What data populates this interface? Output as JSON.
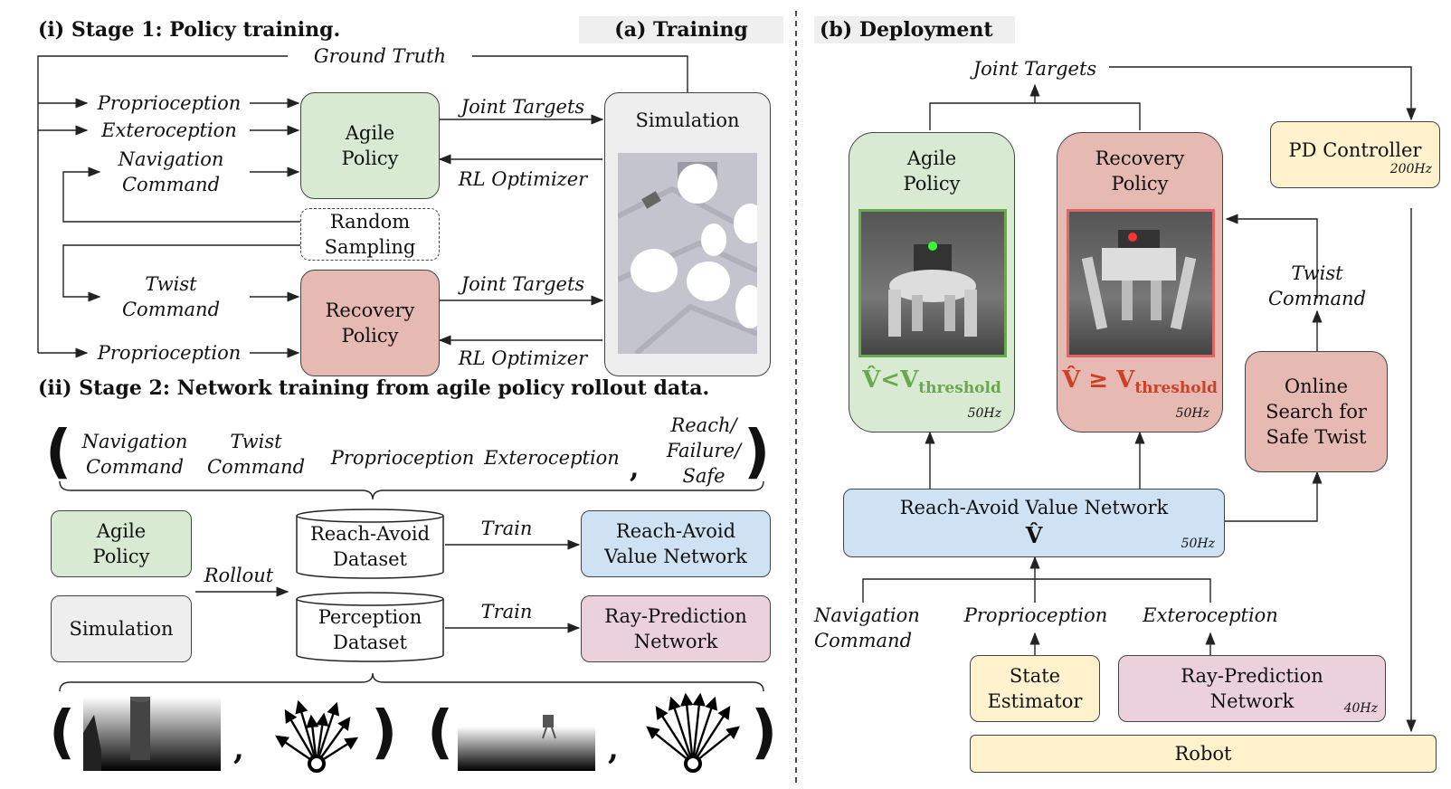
{
  "stage1": {
    "title": "(i) Stage 1: Policy training.",
    "training_tag": "(a) Training",
    "ground_truth": "Ground Truth",
    "proprioception_1": "Proprioception",
    "exteroception": "Exteroception",
    "navigation_command": "Navigation\nCommand",
    "random_sampling": "Random\nSampling",
    "twist_command": "Twist\nCommand",
    "proprioception_2": "Proprioception",
    "agile_policy": "Agile\nPolicy",
    "recovery_policy": "Recovery\nPolicy",
    "joint_targets_1": "Joint Targets",
    "rl_optimizer_1": "RL Optimizer",
    "joint_targets_2": "Joint Targets",
    "rl_optimizer_2": "RL Optimizer",
    "simulation": "Simulation"
  },
  "stage2": {
    "title": "(ii) Stage 2: Network training from agile policy rollout data.",
    "tuple": {
      "navigation_command": "Navigation\nCommand",
      "twist_command": "Twist\nCommand",
      "proprioception": "Proprioception",
      "exteroception": "Exteroception",
      "comma": ",",
      "outcome": "Reach/\nFailure/\nSafe"
    },
    "agile_policy": "Agile\nPolicy",
    "simulation": "Simulation",
    "rollout": "Rollout",
    "reach_avoid_dataset": "Reach-Avoid\nDataset",
    "perception_dataset": "Perception\nDataset",
    "train_1": "Train",
    "train_2": "Train",
    "reach_avoid_network": "Reach-Avoid\nValue Network",
    "ray_prediction_network": "Ray-Prediction\nNetwork",
    "comma_1": ",",
    "comma_2": ","
  },
  "deployment": {
    "title": "(b) Deployment",
    "joint_targets": "Joint Targets",
    "agile_policy": "Agile\nPolicy",
    "recovery_policy": "Recovery\nPolicy",
    "agile_condition": "V̂<V",
    "agile_subscript": "threshold",
    "recovery_condition": "V̂ ≥ V",
    "recovery_subscript": "threshold",
    "agile_freq": "50Hz",
    "recovery_freq": "50Hz",
    "pd_controller": "PD Controller",
    "pd_freq": "200Hz",
    "twist_command": "Twist\nCommand",
    "online_search": "Online\nSearch for\nSafe Twist",
    "reach_avoid_network": "Reach-Avoid Value Network",
    "value_symbol": "V̂",
    "reach_avoid_freq": "50Hz",
    "navigation_command": "Navigation\nCommand",
    "proprioception": "Proprioception",
    "exteroception": "Exteroception",
    "state_estimator": "State\nEstimator",
    "ray_prediction_network": "Ray-Prediction\nNetwork",
    "ray_freq": "40Hz",
    "robot": "Robot"
  },
  "colors": {
    "green_box": "#d9ead3",
    "red_box": "#e6b9b3",
    "blue_box": "#cfe2f3",
    "pink_box": "#ead1dc",
    "gray_box": "#eeeeee",
    "yellow_box": "#fff2cc",
    "green_text": "#6aa84f",
    "red_text": "#cc4125"
  }
}
